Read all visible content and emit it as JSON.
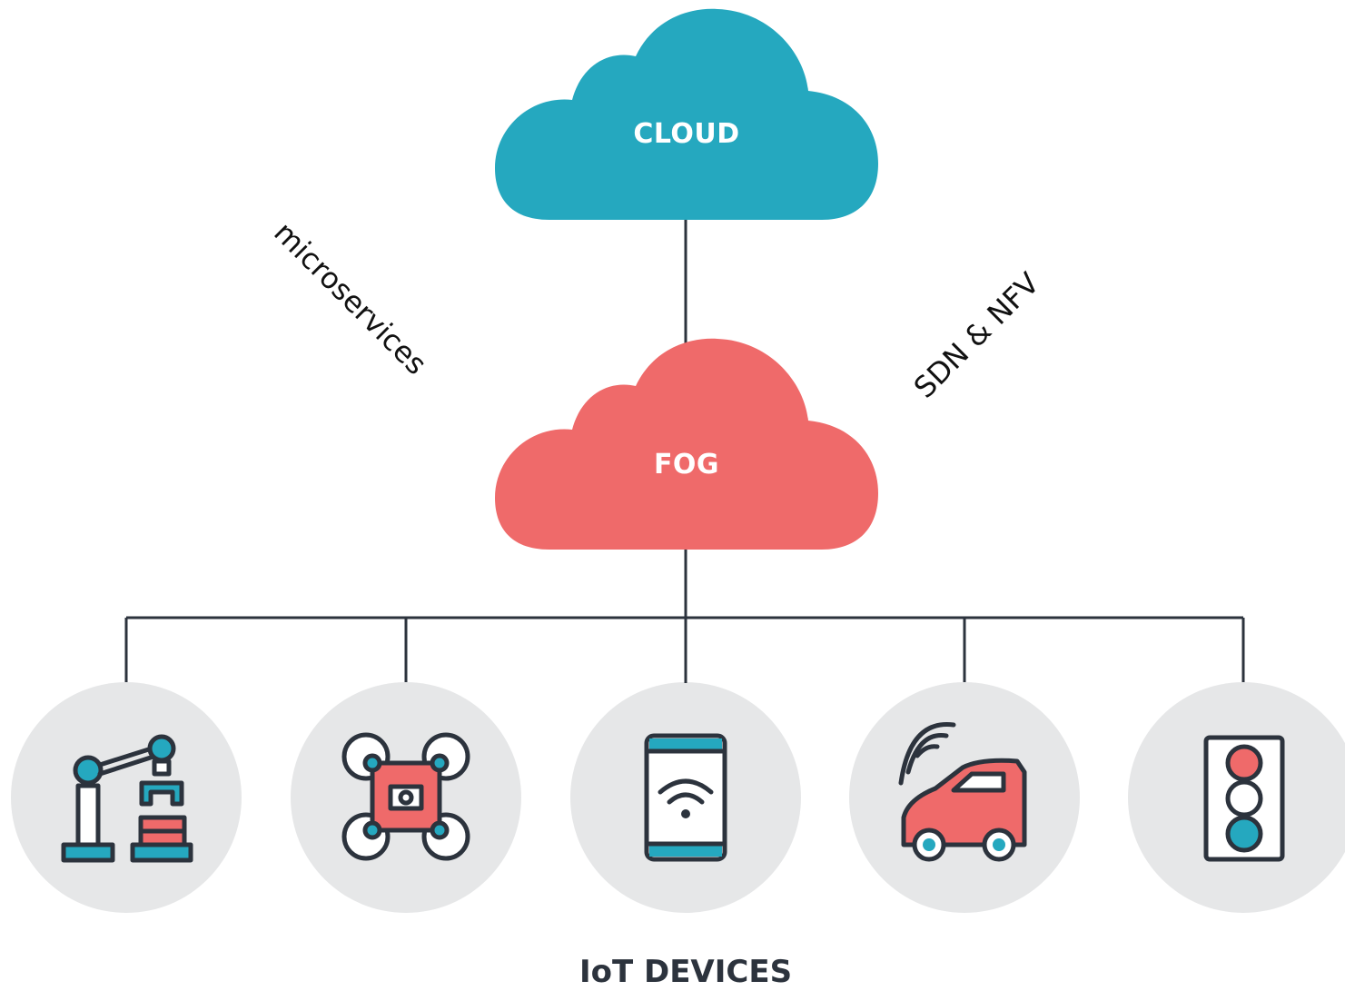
{
  "cloud": {
    "label": "CLOUD",
    "color": "#25a8bf"
  },
  "fog": {
    "label": "FOG",
    "color": "#ef6a6a"
  },
  "annotations": {
    "left": "microservices",
    "right": "SDN & NFV"
  },
  "devices": {
    "title": "IoT DEVICES",
    "items": [
      {
        "icon": "robotic-arm-icon"
      },
      {
        "icon": "drone-camera-icon"
      },
      {
        "icon": "smartphone-wifi-icon"
      },
      {
        "icon": "connected-car-icon"
      },
      {
        "icon": "traffic-light-icon"
      }
    ]
  },
  "colors": {
    "device_circle": "#e6e7e8",
    "line": "#2c333d",
    "accent_teal": "#25a8bf",
    "accent_red": "#ef6a6a"
  }
}
